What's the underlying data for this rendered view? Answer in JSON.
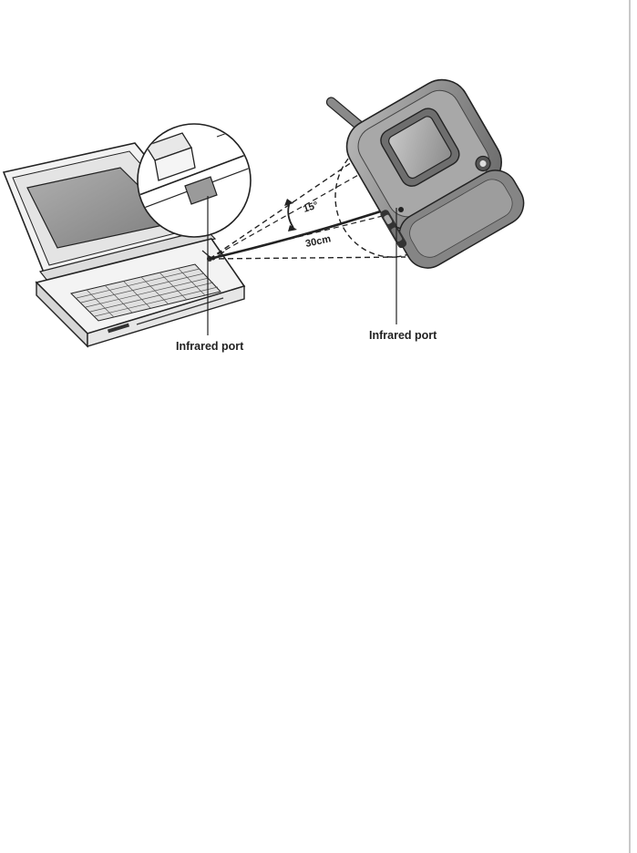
{
  "diagram": {
    "labels": {
      "laptop_port": "Infrared port",
      "phone_port": "Infrared port",
      "angle": "15°",
      "distance": "30cm"
    },
    "colors": {
      "ink": "#222222",
      "phone_body": "#8f8f8f",
      "phone_dark": "#5e5e5e",
      "screen": "#9a9a9a",
      "laptop_body": "#efefef",
      "laptop_screen": "#9b9b9b"
    }
  }
}
